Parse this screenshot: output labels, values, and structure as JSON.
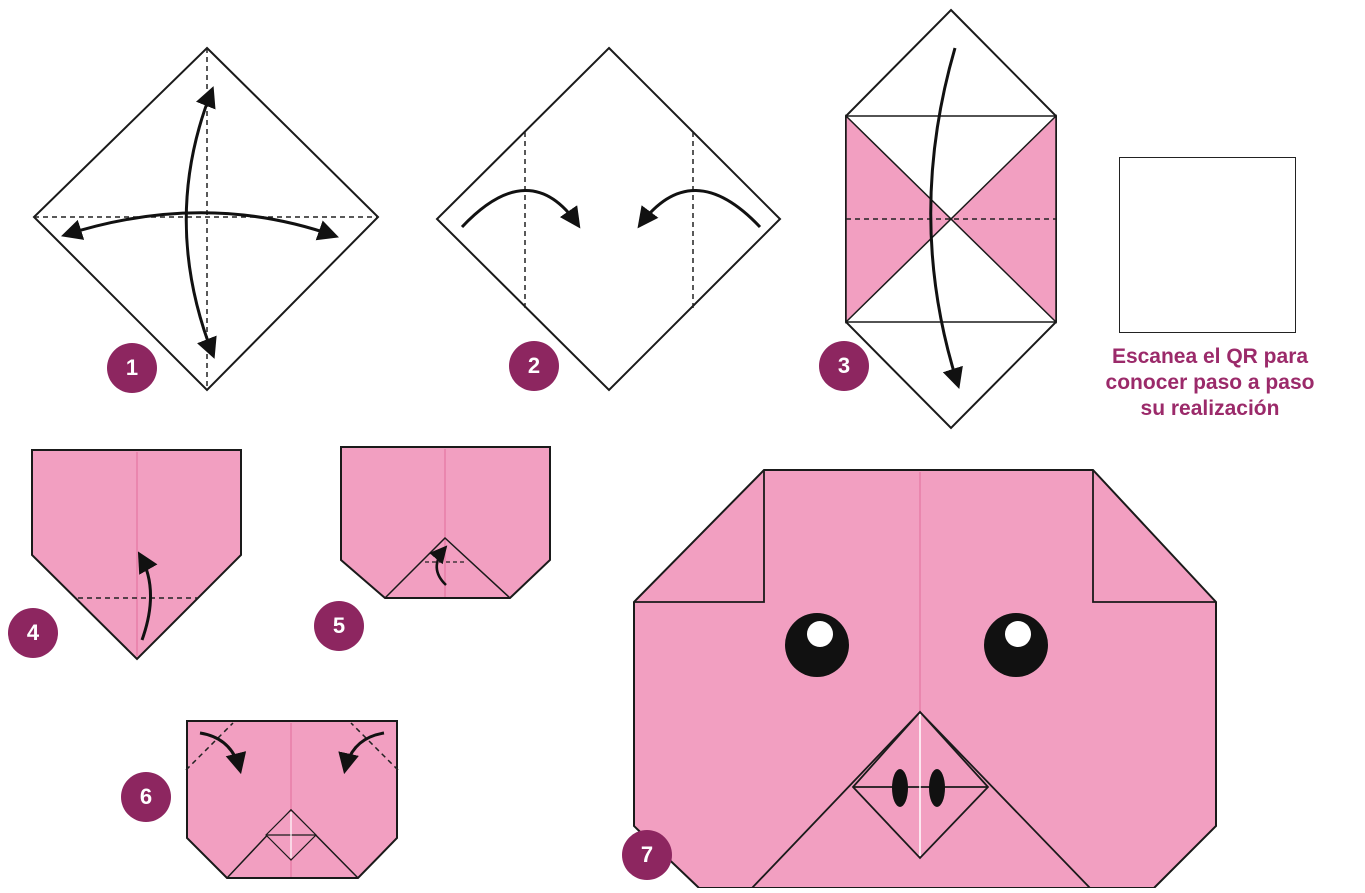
{
  "steps": [
    {
      "number": "1"
    },
    {
      "number": "2"
    },
    {
      "number": "3"
    },
    {
      "number": "4"
    },
    {
      "number": "5"
    },
    {
      "number": "6"
    },
    {
      "number": "7"
    }
  ],
  "qr": {
    "caption_lines": [
      "Escanea el QR para",
      "conocer paso a paso",
      "su realización"
    ]
  },
  "colors": {
    "paper_pink": "#f29fc1",
    "crease_pink": "#e87fa8",
    "badge": "#8d2660",
    "caption": "#9b2a6a",
    "outline": "#1a1a1a"
  }
}
